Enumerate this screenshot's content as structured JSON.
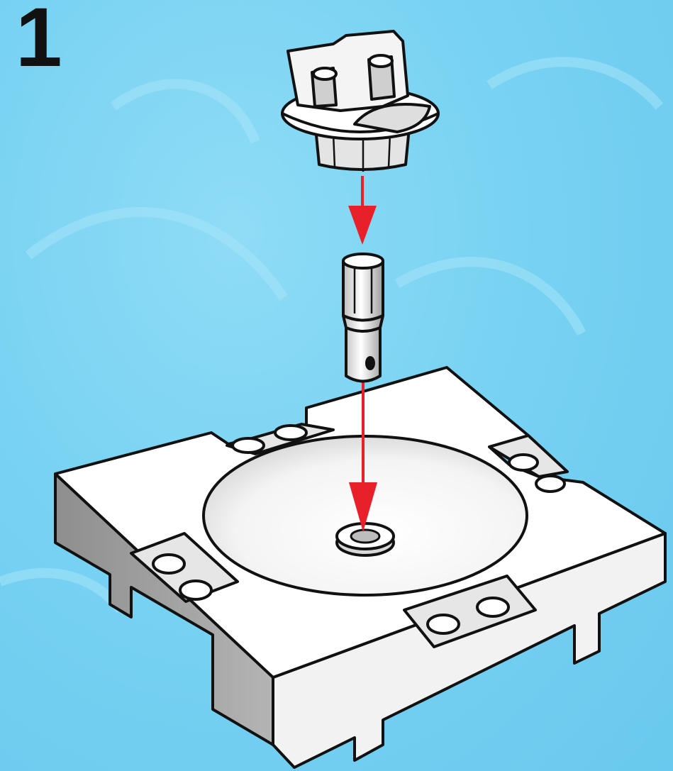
{
  "step": {
    "number": "1"
  },
  "colors": {
    "background": "#7bd3f3",
    "arrow": "#e8202a",
    "part_light": "#ffffff",
    "part_shade": "#cfcfcf",
    "part_dark": "#9a9a9a",
    "outline": "#111111"
  },
  "icons": {
    "rotating_connector": "turntable-connector",
    "axle_pin": "axle-pin",
    "base_plate": "turntable-base-plate",
    "assembly_arrow": "down-arrow"
  }
}
